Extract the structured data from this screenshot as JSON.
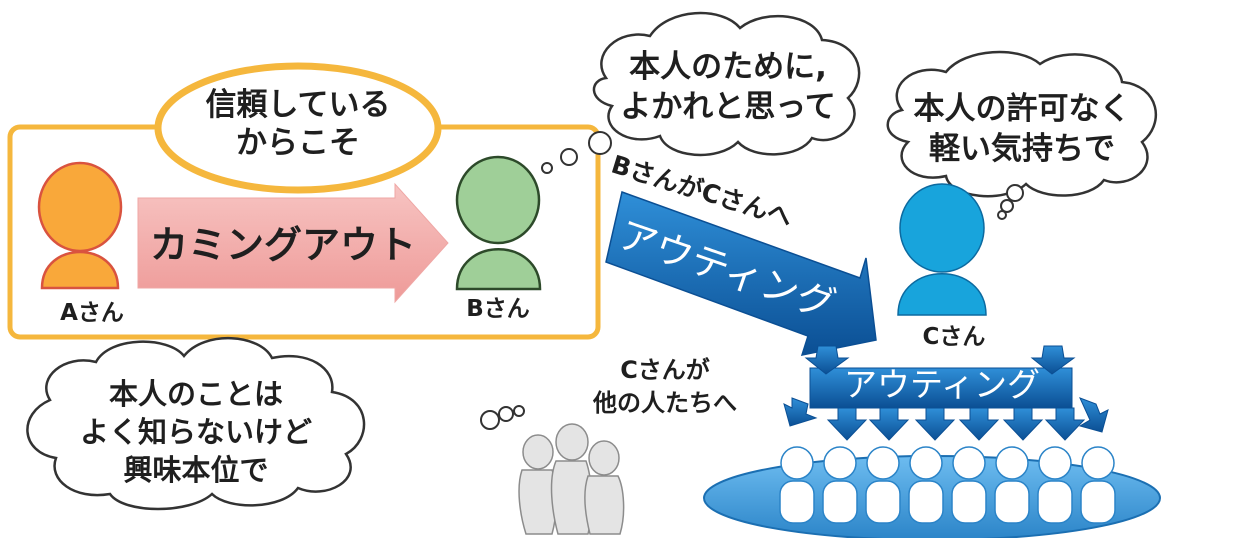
{
  "colors": {
    "frame_border": "#f5b73d",
    "person_a": "#f9a83a",
    "person_b": "#9fcf98",
    "person_c": "#18a4dc",
    "pink_arrow": "#f2aaa8",
    "blue_arrow": "#1671bd",
    "crowd_ellipse": "#3d9ddc"
  },
  "icons": [
    "thought-bubble",
    "person-icon",
    "arrow",
    "crowd-icon"
  ],
  "trust_bubble": {
    "line1": "信頼している",
    "line2": "からこそ"
  },
  "coming_out_arrow": {
    "label": "カミングアウト"
  },
  "person_a": {
    "name": "Aさん"
  },
  "person_b": {
    "name": "Bさん"
  },
  "person_c": {
    "name": "Cさん"
  },
  "b_thought": {
    "line1": "本人のために,",
    "line2": "よかれと思って"
  },
  "c_thought": {
    "line1": "本人の許可なく",
    "line2": "軽い気持ちで"
  },
  "b_to_c": {
    "caption": "BさんがCさんへ",
    "arrow_label": "アウティング"
  },
  "c_to_others": {
    "caption_line1": "Cさんが",
    "caption_line2": "他の人たちへ",
    "arrow_label": "アウティング"
  },
  "others_thought": {
    "line1": "本人のことは",
    "line2": "よく知らないけど",
    "line3": "興味本位で"
  }
}
